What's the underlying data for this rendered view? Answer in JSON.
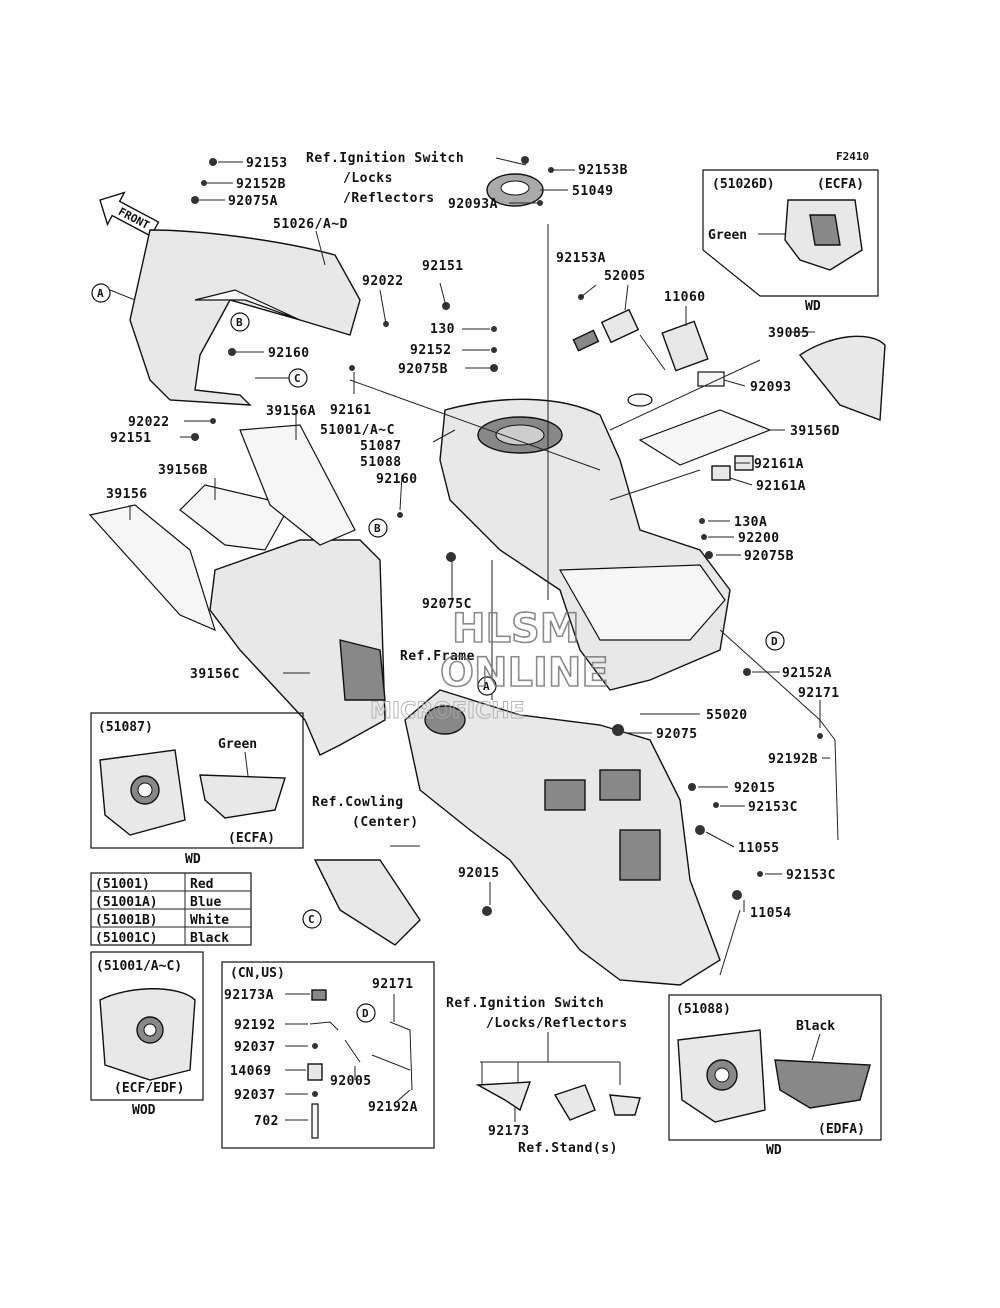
{
  "diagram_code": "F2410",
  "front_arrow": "FRONT",
  "watermark": {
    "line1": "HLSM",
    "line2": "ONLINE",
    "line3": "MICROFICHE"
  },
  "refs": {
    "ignition_top_1": "Ref.Ignition Switch",
    "ignition_top_2": "/Locks",
    "ignition_top_3": "/Reflectors",
    "frame": "Ref.Frame",
    "cowling_1": "Ref.Cowling",
    "cowling_2": "(Center)",
    "ignition_bot_1": "Ref.Ignition Switch",
    "ignition_bot_2": "/Locks/Reflectors",
    "stand": "Ref.Stand(s)"
  },
  "callout_letters": {
    "A": "A",
    "B": "B",
    "C": "C",
    "D": "D"
  },
  "labels": {
    "p92153": "92153",
    "p92152B": "92152B",
    "p92075A": "92075A",
    "p92153B": "92153B",
    "p51049": "51049",
    "p92093A": "92093A",
    "p51026": "51026/A~D",
    "p92022_top": "92022",
    "p92151_top": "92151",
    "p130": "130",
    "p92152": "92152",
    "p92075B_top": "92075B",
    "p92153A": "92153A",
    "p52005": "52005",
    "p11060": "11060",
    "p39085": "39085",
    "p92093": "92093",
    "p92160_top": "92160",
    "p92161": "92161",
    "p92022_mid": "92022",
    "p92151_mid": "92151",
    "p39156A": "39156A",
    "p51001": "51001/A~C",
    "p51087": "51087",
    "p51088": "51088",
    "p92160_mid": "92160",
    "p39156D": "39156D",
    "p92161A_1": "92161A",
    "p92161A_2": "92161A",
    "p39156B": "39156B",
    "p39156": "39156",
    "p130A": "130A",
    "p92200": "92200",
    "p92075B_mid": "92075B",
    "p92075C": "92075C",
    "p39156C": "39156C",
    "p92152A": "92152A",
    "p92171_mid": "92171",
    "p55020": "55020",
    "p92075": "92075",
    "p92192B": "92192B",
    "p92015_right": "92015",
    "p92153C_1": "92153C",
    "p11055": "11055",
    "p92015_mid": "92015",
    "p92153C_2": "92153C",
    "p11054": "11054"
  },
  "inset_51026D": {
    "code": "(51026D)",
    "region": "(ECFA)",
    "color": "Green",
    "footer": "WD"
  },
  "inset_51087": {
    "code": "(51087)",
    "color": "Green",
    "region": "(ECFA)",
    "footer": "WD"
  },
  "color_table": [
    {
      "code": "(51001)",
      "color": "Red"
    },
    {
      "code": "(51001A)",
      "color": "Blue"
    },
    {
      "code": "(51001B)",
      "color": "White"
    },
    {
      "code": "(51001C)",
      "color": "Black"
    }
  ],
  "inset_51001": {
    "code": "(51001/A~C)",
    "region": "(ECF/EDF)",
    "footer": "WOD"
  },
  "inset_cnus": {
    "title": "(CN,US)",
    "p92173A": "92173A",
    "p92171": "92171",
    "p92192": "92192",
    "p92037_1": "92037",
    "p14069": "14069",
    "p92005": "92005",
    "p92037_2": "92037",
    "p92192A": "92192A",
    "p702": "702"
  },
  "p92173": "92173",
  "inset_51088": {
    "code": "(51088)",
    "color": "Black",
    "region": "(EDFA)",
    "footer": "WD"
  }
}
